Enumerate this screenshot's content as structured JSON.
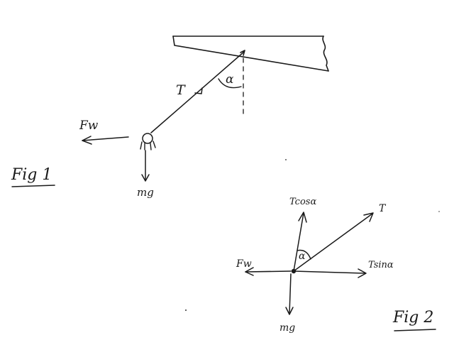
{
  "colors": {
    "ink": "#1a1a1a",
    "paper": "#ffffff"
  },
  "fig1": {
    "caption": "Fig 1",
    "tension_label": "T",
    "angle_label": "α",
    "wind_force_label": "Fw",
    "weight_label": "mg"
  },
  "fig2": {
    "caption": "Fig 2",
    "tension_label": "T",
    "angle_label": "α",
    "vertical_component_label": "Tcosα",
    "horizontal_component_label": "Tsinα",
    "wind_force_label": "Fw",
    "weight_label": "mg"
  }
}
